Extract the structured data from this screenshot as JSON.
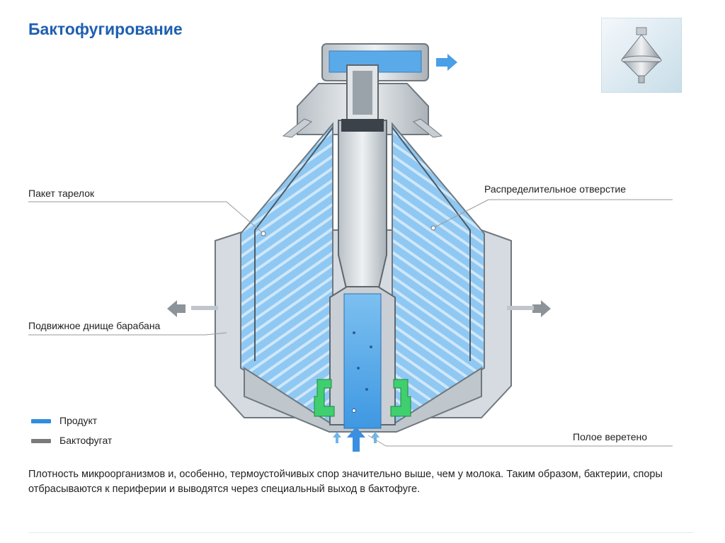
{
  "title": "Бактофугирование",
  "labels": {
    "disc_stack": "Пакет тарелок",
    "distribution_hole": "Распределительное отверстие",
    "movable_bottom": "Подвижное днище барабана",
    "hollow_spindle": "Полое веретено"
  },
  "legend": [
    {
      "label": "Продукт",
      "color": "#2f8de0"
    },
    {
      "label": "Бактофугат",
      "color": "#7a7a7a"
    }
  ],
  "description": "Плотность микроорганизмов и, особенно, термоустойчивых спор значительно выше, чем у молока. Таким образом, бактерии, споры отбрасываются к периферии и выводятся через специальный выход в бактофуге.",
  "colors": {
    "title": "#1f5fb0",
    "product": "#2f8de0",
    "bactofugate": "#7a7a7a",
    "part": "#3fcf6f"
  }
}
